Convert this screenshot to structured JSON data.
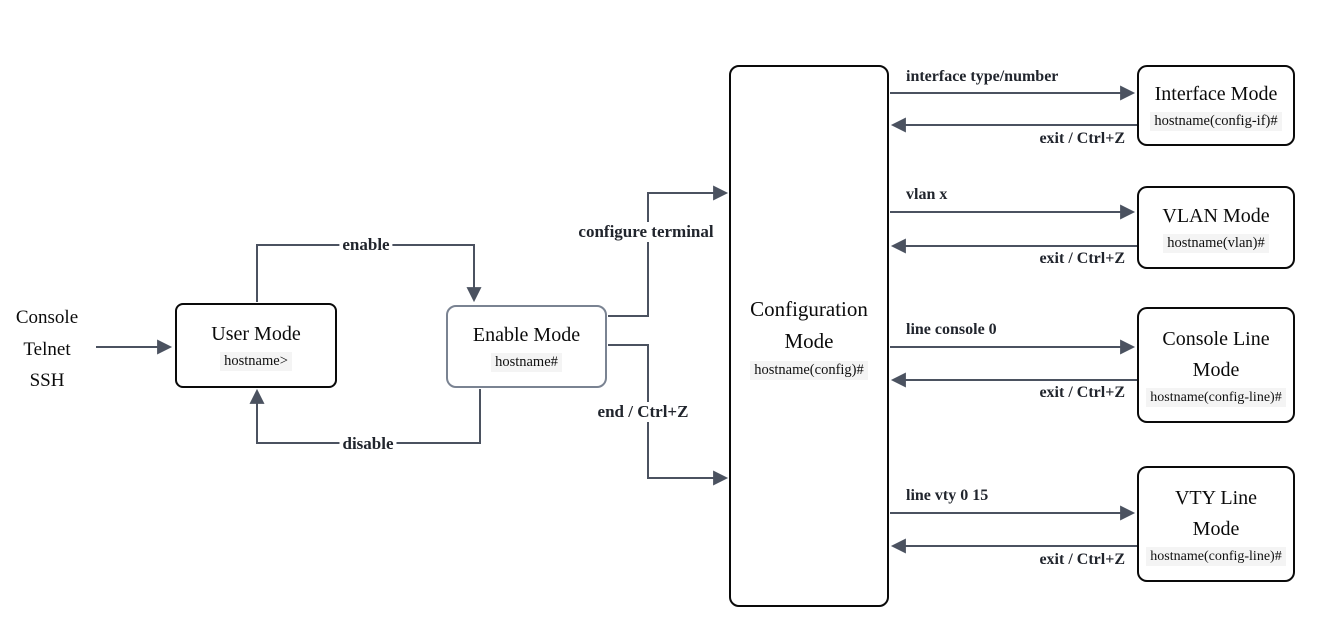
{
  "title": "Cisco IOS CLI mode navigation diagram",
  "colors": {
    "line": "#4b5260",
    "box_border_dark": "#0a0a0a",
    "box_border_gray": "#7a8392",
    "prompt_highlight": "#f4f4f4",
    "background": "#ffffff"
  },
  "access": {
    "line1": "Console",
    "line2": "Telnet",
    "line3": "SSH"
  },
  "nodes": {
    "user": {
      "title": "User Mode",
      "prompt": "hostname>"
    },
    "enable": {
      "title": "Enable Mode",
      "prompt": "hostname#"
    },
    "config": {
      "title1": "Configuration",
      "title2": "Mode",
      "prompt": "hostname(config)#"
    },
    "interface": {
      "title": "Interface Mode",
      "prompt": "hostname(config-if)#"
    },
    "vlan": {
      "title": "VLAN Mode",
      "prompt": "hostname(vlan)#"
    },
    "console_line": {
      "title1": "Console Line",
      "title2": "Mode",
      "prompt": "hostname(config-line)#"
    },
    "vty_line": {
      "title1": "VTY Line",
      "title2": "Mode",
      "prompt": "hostname(config-line)#"
    }
  },
  "edges": {
    "enable": "enable",
    "disable": "disable",
    "configure_terminal": "configure terminal",
    "end_shortcut": "end / Ctrl+Z",
    "interface_command": "interface type/number",
    "vlan_command": "vlan x",
    "console_command": "line console 0",
    "vty_command": "line vty 0 15",
    "exit_shortcut": "exit / Ctrl+Z"
  }
}
